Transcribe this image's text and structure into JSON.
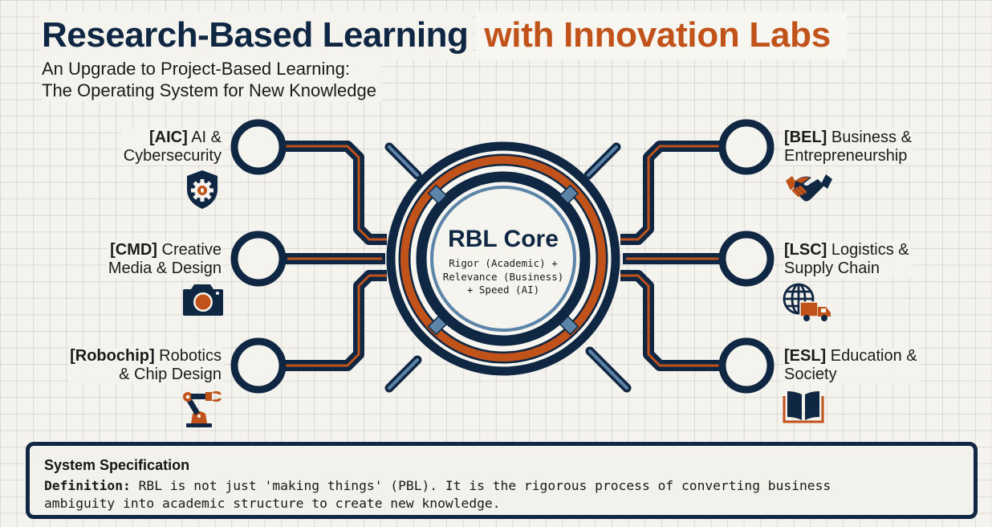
{
  "header": {
    "title_main": "Research-Based Learning",
    "title_accent": "with Innovation Labs",
    "subtitle_line1": "An Upgrade to Project-Based Learning:",
    "subtitle_line2": "The Operating System for New Knowledge"
  },
  "core": {
    "title": "RBL Core",
    "line1": "Rigor (Academic) +",
    "line2": "Relevance (Business)",
    "line3": "+ Speed (AI)"
  },
  "labs": {
    "left": [
      {
        "code": "[AIC]",
        "line1_rest": " AI &",
        "line2": "Cybersecurity",
        "icon": "shield-gear-icon"
      },
      {
        "code": "[CMD]",
        "line1_rest": " Creative",
        "line2": "Media & Design",
        "icon": "camera-icon"
      },
      {
        "code": "[Robochip]",
        "line1_rest": " Robotics",
        "line2": "& Chip Design",
        "icon": "robot-arm-icon"
      }
    ],
    "right": [
      {
        "code": "[BEL]",
        "line1_rest": " Business &",
        "line2": "Entrepreneurship",
        "icon": "handshake-icon"
      },
      {
        "code": "[LSC]",
        "line1_rest": " Logistics &",
        "line2": "Supply Chain",
        "icon": "globe-truck-icon"
      },
      {
        "code": "[ESL]",
        "line1_rest": " Education &",
        "line2": "Society",
        "icon": "open-book-icon"
      }
    ]
  },
  "spec": {
    "title": "System Specification",
    "definition_label": "Definition:",
    "definition_line1": " RBL is not just 'making things' (PBL). It is the rigorous process of converting business",
    "definition_line2": "ambiguity into academic structure to create new knowledge."
  },
  "colors": {
    "navy": "#0f2743",
    "orange": "#c1521a",
    "steel_blue": "#5b84a8",
    "background": "#f4f3ee"
  }
}
